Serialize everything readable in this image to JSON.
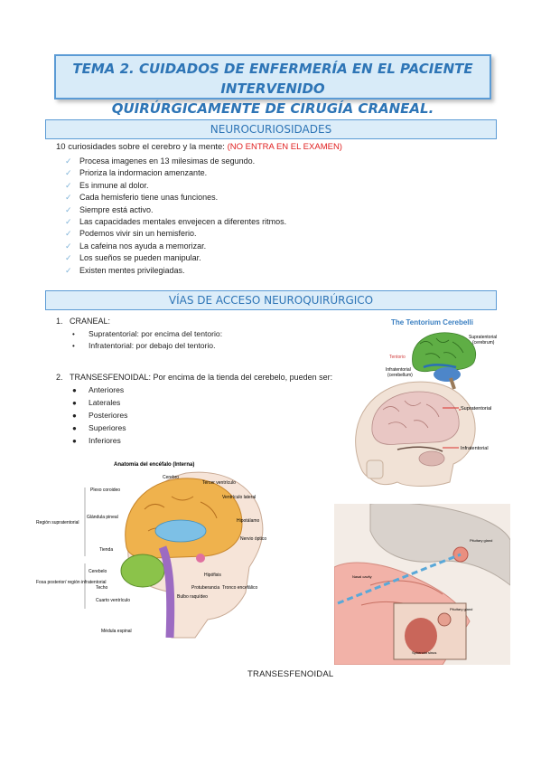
{
  "title": {
    "line1": "TEMA 2. CUIDADOS DE ENFERMERÍA EN EL PACIENTE INTERVENIDO",
    "line2": "QUIRÚRGICAMENTE DE CIRUGÍA CRANEAL."
  },
  "section1": {
    "heading": "NEUROCURIOSIDADES",
    "intro": "10 curiosidades sobre el cerebro y la mente: ",
    "intro_note": "(NO ENTRA EN EL EXAMEN)",
    "items": [
      "Procesa imagenes en 13 milesimas de segundo.",
      "Prioriza la indormacion amenzante.",
      "Es inmune al dolor.",
      "Cada hemisferio tiene unas funciones.",
      "Siempre está activo.",
      "Las capacidades mentales envejecen a diferentes ritmos.",
      "Podemos vivir sin un hemisferio.",
      "La cafeina nos ayuda a memorizar.",
      "Los sueños se pueden manipular.",
      "Existen mentes privilegiadas."
    ]
  },
  "section2": {
    "heading": "VÍAS DE ACCESO NEUROQUIRÚRGICO",
    "item1_num": "1.",
    "item1": "CRANEAL:",
    "item1_sub": [
      "Supratentorial: por encima del tentorio:",
      "Infratentorial: por debajo del tentorio."
    ],
    "item2_num": "2.",
    "item2": "TRANSESFENOIDAL: Por encima de la tienda del cerebelo, pueden ser:",
    "item2_sub": [
      "Anteriores",
      "Laterales",
      "Posteriores",
      "Superiores",
      "Inferiores"
    ],
    "caption": "TRANSESFENOIDAL"
  },
  "figures": {
    "tentorium": {
      "title": "The Tentorium Cerebelli",
      "supra": "Supratentorial",
      "supra2": "(cerebrum)",
      "tentorio": "Tentorio",
      "infra": "Infratentorial",
      "infra2": "(cerebellum)"
    },
    "skull": {
      "supra": "Supratentorial",
      "infra": "Infratentorial"
    },
    "anatomy": {
      "title": "Anatomía del encéfalo (Interna)",
      "region_supra": "Región supratentorial",
      "fosa": "Fosa posterior/ región infratentorial",
      "labels_left": [
        "Plexo coroideo",
        "Glándula pineal",
        "Tienda",
        "Cerebelo",
        "Techo",
        "Cuarto ventrículo",
        "Médula espinal"
      ],
      "labels_right": [
        "Cerebro",
        "Tercer ventrículo",
        "Ventrículo lateral",
        "Hipotálamo",
        "Nervio óptico",
        "Hipófisis",
        "Protuberancia",
        "Tronco encefálico",
        "Bulbo raquídeo"
      ]
    },
    "transsphenoidal": {
      "pituitary": "Pituitary gland",
      "nasal": "Nasal cavity",
      "pituitary2": "Pituitary gland",
      "sphenoid": "Sphenoid sinus"
    }
  },
  "colors": {
    "accent": "#5b9bd5",
    "title_text": "#2e75b6",
    "box_fill": "#d8ebf8",
    "note_red": "#e02020",
    "check": "#7fb3d9"
  }
}
